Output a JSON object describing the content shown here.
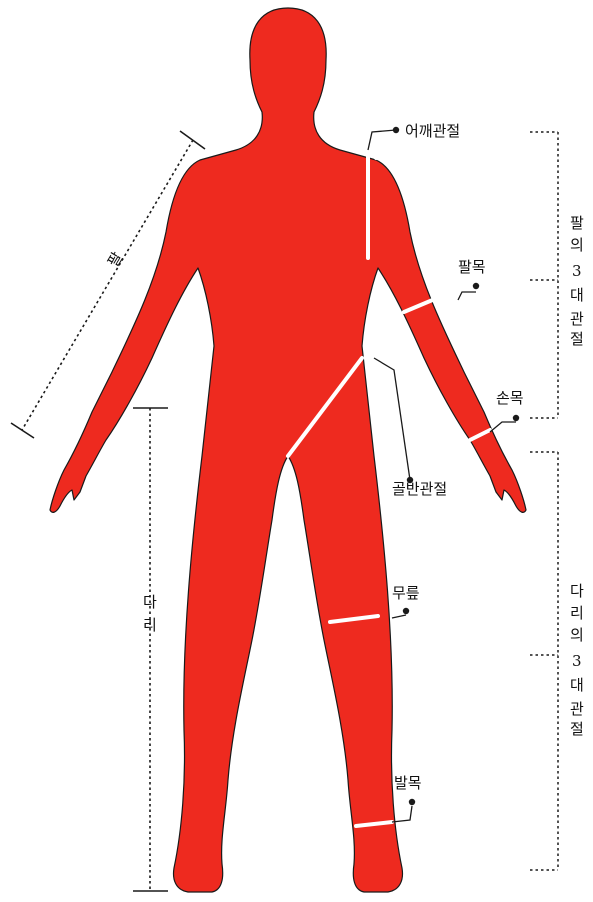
{
  "colors": {
    "body": "#ee2a1f",
    "outline": "#1a1a1a",
    "joint_line": "#ffffff",
    "text": "#111111"
  },
  "labels": {
    "shoulder": "어깨관절",
    "elbow": "팔목",
    "wrist": "손목",
    "hip": "골반관절",
    "knee": "무릎",
    "ankle": "발목"
  },
  "arm_label": "팔",
  "leg_label": [
    "다",
    "리"
  ],
  "arm_joints_label": [
    "팔",
    "의",
    "3",
    "대",
    "관",
    "절"
  ],
  "leg_joints_label": [
    "다",
    "리",
    "의",
    "3",
    "대",
    "관",
    "절"
  ]
}
